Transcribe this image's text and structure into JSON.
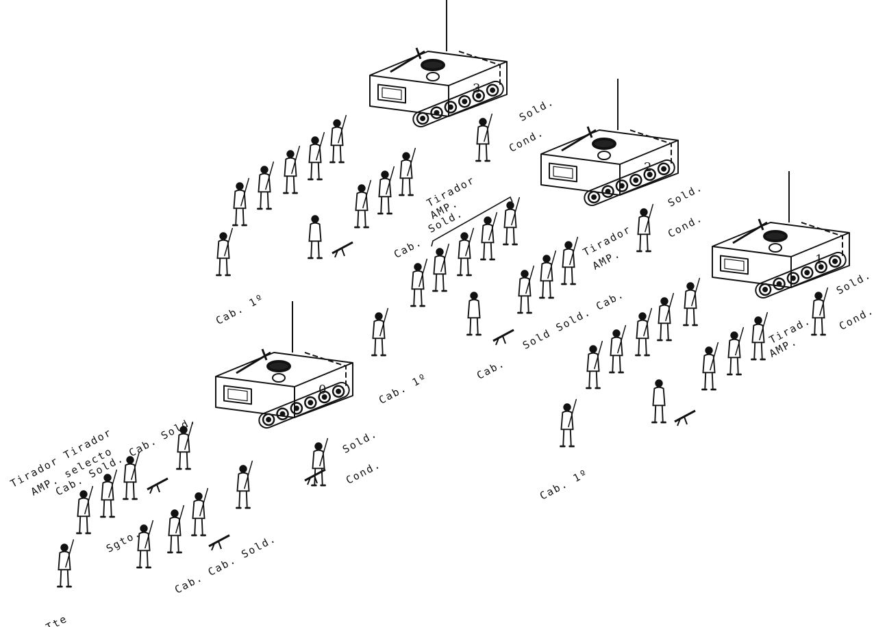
{
  "vehicles": [
    {
      "id": "v3",
      "number": "3"
    },
    {
      "id": "v2",
      "number": "2"
    },
    {
      "id": "v1",
      "number": "1"
    },
    {
      "id": "v0",
      "number": "0"
    }
  ],
  "labels": {
    "v3_sold": "Sold.",
    "v3_cond": "Cond.",
    "v3_tirador": "Tirador",
    "v3_amp": "AMP.",
    "v3_sold2": "Sold.",
    "v3_cab1": "Cab. 1º",
    "v2_sold": "Sold.",
    "v2_cond": "Cond.",
    "v2_tirador": "Tirador",
    "v2_amp": "AMP.",
    "v2_cab": "Cab.",
    "v2_soldsoldcab": "Sold Sold. Cab.",
    "v2_cab_b": "Cab.",
    "v2_cab1": "Cab. 1º",
    "v1_sold": "Sold.",
    "v1_cond": "Cond.",
    "v1_tirad": "Tirad.",
    "v1_amp": "AMP.",
    "v1_cab1": "Cab. 1º",
    "v0_sold": "Sold.",
    "v0_cond": "Cond.",
    "v0_tirador_tirador": "Tirador  Tirador",
    "v0_amp_selecto": "AMP.   selecto",
    "v0_cab_sold_cab": "Cab. Sold. Cab.",
    "v0_sold_top": "Sold.",
    "v0_sgto": "Sgto.",
    "v0_cab_cab_sold": "Cab. Cab.  Sold.",
    "v0_tte": "Tte"
  },
  "colors": {
    "ink": "#111111",
    "paper": "#ffffff"
  }
}
